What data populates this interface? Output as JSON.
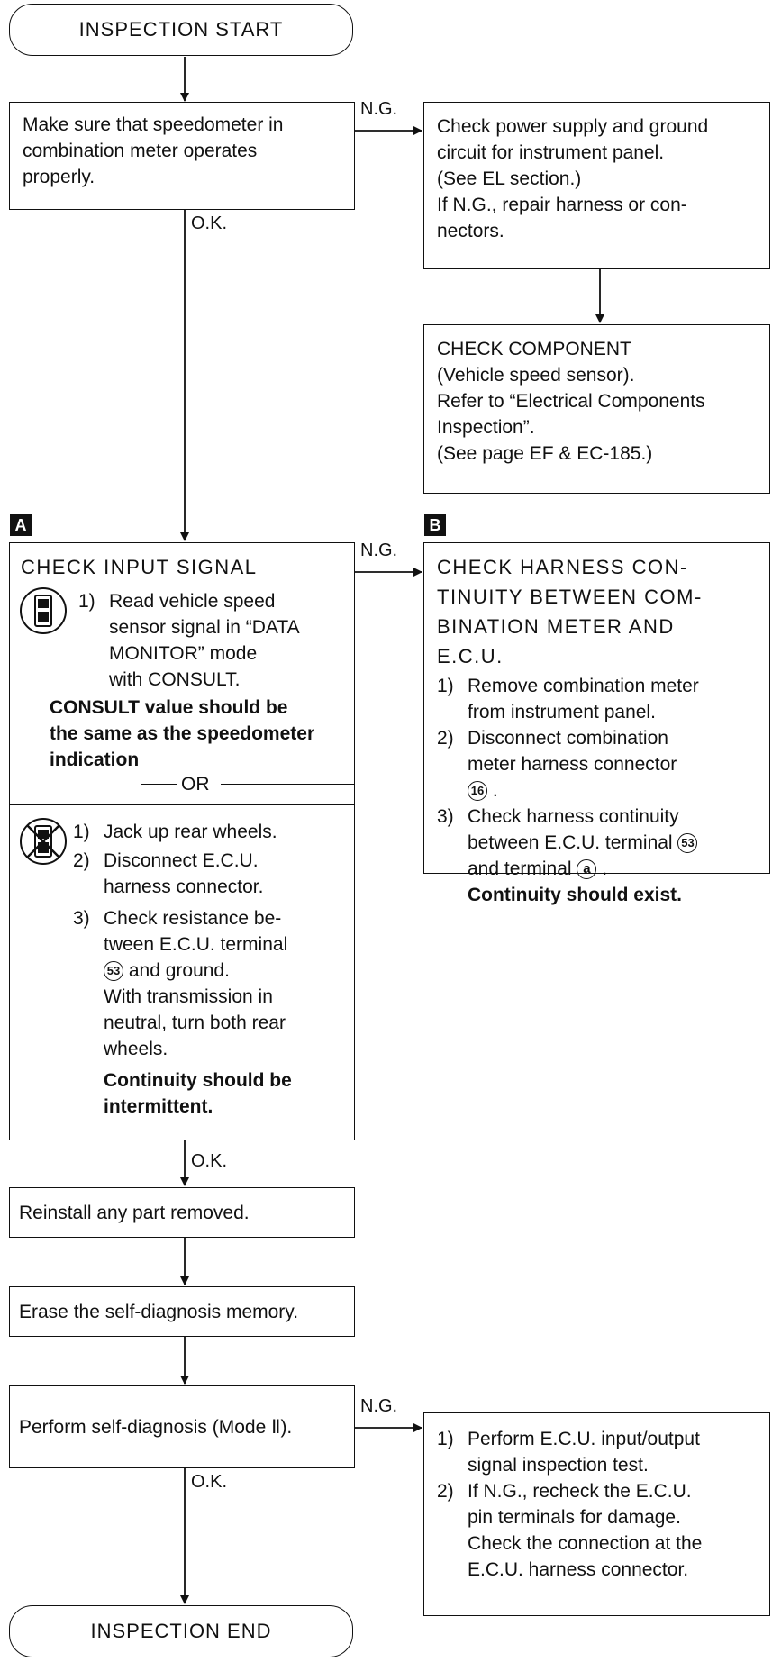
{
  "start": "INSPECTION START",
  "end": "INSPECTION END",
  "ng": "N.G.",
  "ok": "O.K.",
  "box1": [
    "Make sure that speedometer in",
    "combination meter operates",
    "properly."
  ],
  "box2": [
    "Check power supply and ground",
    "circuit for instrument panel.",
    "(See EL section.)",
    "If N.G., repair harness or con-",
    "nectors."
  ],
  "box3": [
    "CHECK COMPONENT",
    "(Vehicle speed sensor).",
    "Refer to “Electrical Components",
    "Inspection”.",
    "(See page EF & EC-185.)"
  ],
  "tag_a": "A",
  "tag_b": "B",
  "box4": {
    "title": "CHECK INPUT SIGNAL",
    "s1_num": "1)",
    "s1": [
      "Read vehicle speed",
      "sensor signal in “DATA",
      "MONITOR” mode",
      "with CONSULT."
    ],
    "bold": [
      "CONSULT value should be",
      "the same as the speedometer",
      "indication"
    ],
    "or": "OR",
    "steps": [
      {
        "num": "1)",
        "lines": [
          "Jack up rear wheels."
        ]
      },
      {
        "num": "2)",
        "lines": [
          "Disconnect E.C.U.",
          "harness connector."
        ]
      },
      {
        "num": "3)",
        "lines": [
          "Check resistance be-",
          "tween E.C.U. terminal"
        ]
      }
    ],
    "term": "53",
    "after_term": "and ground.",
    "extra": [
      "With transmission in",
      "neutral, turn both rear",
      "wheels."
    ],
    "bold2": [
      "Continuity should be",
      "intermittent."
    ]
  },
  "box5": {
    "title": [
      "CHECK HARNESS CON-",
      "TINUITY BETWEEN COM-",
      "BINATION METER AND",
      "E.C.U."
    ],
    "s1_num": "1)",
    "s1": [
      "Remove combination meter",
      "from instrument panel."
    ],
    "s2_num": "2)",
    "s2": [
      "Disconnect combination",
      "meter harness connector"
    ],
    "conn": "16",
    "s3_num": "3)",
    "s3": [
      "Check harness continuity",
      "between E.C.U. terminal"
    ],
    "term": "53",
    "and_term": "and terminal",
    "term_a": "a",
    "bold": "Continuity should exist."
  },
  "box6": "Reinstall any part removed.",
  "box7": "Erase the self-diagnosis memory.",
  "box8": "Perform self-diagnosis (Mode Ⅱ).",
  "box9": {
    "s1_num": "1)",
    "s1": [
      "Perform E.C.U. input/output",
      "signal inspection test."
    ],
    "s2_num": "2)",
    "s2": [
      "If N.G., recheck the E.C.U.",
      "pin terminals for damage.",
      "Check the connection at the",
      "E.C.U. harness connector."
    ]
  },
  "consult_icon": "consult-tester-icon",
  "no_consult_icon": "no-consult-tester-icon"
}
